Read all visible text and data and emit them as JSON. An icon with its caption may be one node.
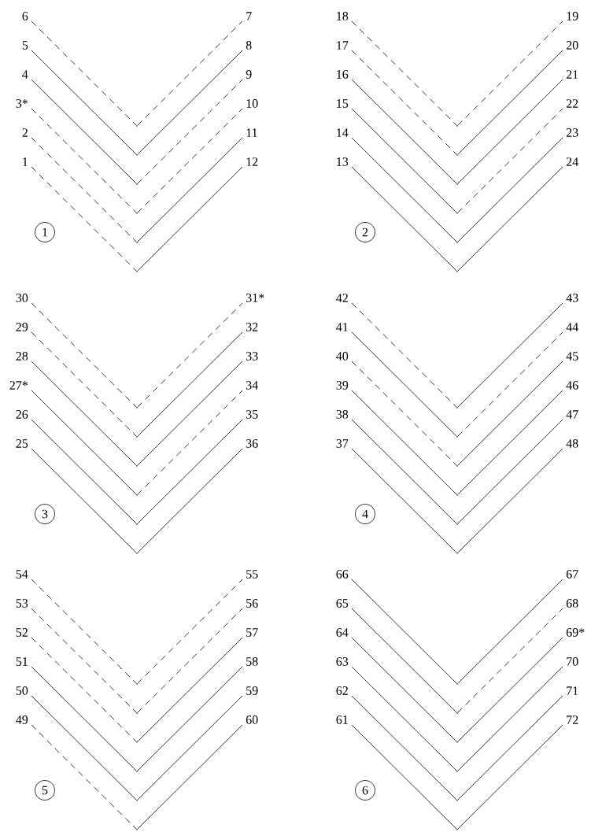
{
  "diagram": {
    "nodes": [
      {
        "text": [
          "6"
        ]
      },
      {
        "text": [
          "7"
        ]
      },
      {
        "text": [
          "5"
        ]
      },
      {
        "text": [
          "8"
        ]
      },
      {
        "text": [
          "4"
        ]
      },
      {
        "text": [
          "9"
        ]
      },
      {
        "text": [
          "3*"
        ]
      },
      {
        "text": [
          "10"
        ]
      },
      {
        "text": [
          "2"
        ]
      },
      {
        "text": [
          "11"
        ]
      },
      {
        "text": [
          "1"
        ]
      },
      {
        "text": [
          "12"
        ]
      },
      {
        "text": [],
        "shape": "point"
      },
      {
        "text": [],
        "shape": "point"
      },
      {
        "text": [],
        "shape": "point"
      },
      {
        "text": [],
        "shape": "point"
      },
      {
        "text": [],
        "shape": "point"
      },
      {
        "text": [],
        "shape": "point"
      },
      {
        "text": [
          "1"
        ]
      },
      {
        "text": [
          "18"
        ]
      },
      {
        "text": [
          "19"
        ]
      },
      {
        "text": [
          "17"
        ]
      },
      {
        "text": [
          "20"
        ]
      },
      {
        "text": [
          "16"
        ]
      },
      {
        "text": [
          "21"
        ]
      },
      {
        "text": [
          "15"
        ]
      },
      {
        "text": [
          "22"
        ]
      },
      {
        "text": [
          "14"
        ]
      },
      {
        "text": [
          "23"
        ]
      },
      {
        "text": [
          "13"
        ]
      },
      {
        "text": [
          "24"
        ]
      },
      {
        "text": [],
        "shape": "point"
      },
      {
        "text": [],
        "shape": "point"
      },
      {
        "text": [],
        "shape": "point"
      },
      {
        "text": [],
        "shape": "point"
      },
      {
        "text": [],
        "shape": "point"
      },
      {
        "text": [],
        "shape": "point"
      },
      {
        "text": [
          "2"
        ]
      },
      {
        "text": [
          "30"
        ]
      },
      {
        "text": [
          "31*"
        ]
      },
      {
        "text": [
          "29"
        ]
      },
      {
        "text": [
          "32"
        ]
      },
      {
        "text": [
          "28"
        ]
      },
      {
        "text": [
          "33"
        ]
      },
      {
        "text": [
          "27*"
        ]
      },
      {
        "text": [
          "34"
        ]
      },
      {
        "text": [
          "26"
        ]
      },
      {
        "text": [
          "35"
        ]
      },
      {
        "text": [
          "25"
        ]
      },
      {
        "text": [
          "36"
        ]
      },
      {
        "text": [],
        "shape": "point"
      },
      {
        "text": [],
        "shape": "point"
      },
      {
        "text": [],
        "shape": "point"
      },
      {
        "text": [],
        "shape": "point"
      },
      {
        "text": [],
        "shape": "point"
      },
      {
        "text": [],
        "shape": "point"
      },
      {
        "text": [
          "3"
        ]
      },
      {
        "text": [
          "42"
        ]
      },
      {
        "text": [
          "43"
        ]
      },
      {
        "text": [
          "41"
        ]
      },
      {
        "text": [
          "44"
        ]
      },
      {
        "text": [
          "40"
        ]
      },
      {
        "text": [
          "45"
        ]
      },
      {
        "text": [
          "39"
        ]
      },
      {
        "text": [
          "46"
        ]
      },
      {
        "text": [
          "38"
        ]
      },
      {
        "text": [
          "47"
        ]
      },
      {
        "text": [
          "37"
        ]
      },
      {
        "text": [
          "48"
        ]
      },
      {
        "text": [],
        "shape": "point"
      },
      {
        "text": [],
        "shape": "point"
      },
      {
        "text": [],
        "shape": "point"
      },
      {
        "text": [],
        "shape": "point"
      },
      {
        "text": [],
        "shape": "point"
      },
      {
        "text": [],
        "shape": "point"
      },
      {
        "text": [
          "4"
        ]
      },
      {
        "text": [
          "54"
        ]
      },
      {
        "text": [
          "55"
        ]
      },
      {
        "text": [
          "53"
        ]
      },
      {
        "text": [
          "56"
        ]
      },
      {
        "text": [
          "52"
        ]
      },
      {
        "text": [
          "57"
        ]
      },
      {
        "text": [
          "51"
        ]
      },
      {
        "text": [
          "58"
        ]
      },
      {
        "text": [
          "50"
        ]
      },
      {
        "text": [
          "59"
        ]
      },
      {
        "text": [
          "49"
        ]
      },
      {
        "text": [
          "60"
        ]
      },
      {
        "text": [],
        "shape": "point"
      },
      {
        "text": [],
        "shape": "point"
      },
      {
        "text": [],
        "shape": "point"
      },
      {
        "text": [],
        "shape": "point"
      },
      {
        "text": [],
        "shape": "point"
      },
      {
        "text": [],
        "shape": "point"
      },
      {
        "text": [
          "5"
        ]
      },
      {
        "text": [
          "66"
        ]
      },
      {
        "text": [
          "67"
        ]
      },
      {
        "text": [
          "65"
        ]
      },
      {
        "text": [
          "68"
        ]
      },
      {
        "text": [
          "64"
        ]
      },
      {
        "text": [
          "69*"
        ]
      },
      {
        "text": [
          "63"
        ]
      },
      {
        "text": [
          "70"
        ]
      },
      {
        "text": [
          "62"
        ]
      },
      {
        "text": [
          "71"
        ]
      },
      {
        "text": [
          "61"
        ]
      },
      {
        "text": [
          "72"
        ]
      },
      {
        "text": [],
        "shape": "point"
      },
      {
        "text": [],
        "shape": "point"
      },
      {
        "text": [],
        "shape": "point"
      },
      {
        "text": [],
        "shape": "point"
      },
      {
        "text": [],
        "shape": "point"
      },
      {
        "text": [],
        "shape": "point"
      },
      {
        "text": [
          "6"
        ]
      }
    ],
    "edges": [
      {
        "from": 0,
        "to": 12,
        "arrow": "none",
        "style": "dashed"
      },
      {
        "from": 12,
        "to": 1,
        "arrow": "none",
        "style": "dashed"
      },
      {
        "from": 2,
        "to": 13,
        "arrow": "none"
      },
      {
        "from": 13,
        "to": 3,
        "arrow": "none"
      },
      {
        "from": 4,
        "to": 14,
        "arrow": "none"
      },
      {
        "from": 14,
        "to": 5,
        "arrow": "none",
        "style": "dashed"
      },
      {
        "from": 6,
        "to": 15,
        "arrow": "none",
        "style": "dashed"
      },
      {
        "from": 15,
        "to": 7,
        "arrow": "none",
        "style": "dashed"
      },
      {
        "from": 8,
        "to": 16,
        "arrow": "none",
        "style": "dashed"
      },
      {
        "from": 16,
        "to": 9,
        "arrow": "none"
      },
      {
        "from": 10,
        "to": 17,
        "arrow": "none",
        "style": "dashed"
      },
      {
        "from": 17,
        "to": 11,
        "arrow": "none"
      },
      {
        "from": 19,
        "to": 31,
        "arrow": "none",
        "style": "dashed"
      },
      {
        "from": 31,
        "to": 20,
        "arrow": "none",
        "style": "dashed"
      },
      {
        "from": 21,
        "to": 32,
        "arrow": "none",
        "style": "dashed"
      },
      {
        "from": 32,
        "to": 22,
        "arrow": "none"
      },
      {
        "from": 23,
        "to": 33,
        "arrow": "none"
      },
      {
        "from": 33,
        "to": 24,
        "arrow": "none"
      },
      {
        "from": 25,
        "to": 34,
        "arrow": "none"
      },
      {
        "from": 34,
        "to": 26,
        "arrow": "none",
        "style": "dashed"
      },
      {
        "from": 27,
        "to": 35,
        "arrow": "none"
      },
      {
        "from": 35,
        "to": 28,
        "arrow": "none"
      },
      {
        "from": 29,
        "to": 36,
        "arrow": "none"
      },
      {
        "from": 36,
        "to": 30,
        "arrow": "none"
      },
      {
        "from": 38,
        "to": 50,
        "arrow": "none",
        "style": "dashed"
      },
      {
        "from": 50,
        "to": 39,
        "arrow": "none",
        "style": "dashed"
      },
      {
        "from": 40,
        "to": 51,
        "arrow": "none",
        "style": "dashed"
      },
      {
        "from": 51,
        "to": 41,
        "arrow": "none"
      },
      {
        "from": 42,
        "to": 52,
        "arrow": "none"
      },
      {
        "from": 52,
        "to": 43,
        "arrow": "none"
      },
      {
        "from": 44,
        "to": 53,
        "arrow": "none"
      },
      {
        "from": 53,
        "to": 45,
        "arrow": "none",
        "style": "dashed"
      },
      {
        "from": 46,
        "to": 54,
        "arrow": "none"
      },
      {
        "from": 54,
        "to": 47,
        "arrow": "none"
      },
      {
        "from": 48,
        "to": 55,
        "arrow": "none"
      },
      {
        "from": 55,
        "to": 49,
        "arrow": "none"
      },
      {
        "from": 57,
        "to": 69,
        "arrow": "none",
        "style": "dashed"
      },
      {
        "from": 69,
        "to": 58,
        "arrow": "none"
      },
      {
        "from": 59,
        "to": 70,
        "arrow": "none"
      },
      {
        "from": 70,
        "to": 60,
        "arrow": "none",
        "style": "dashed"
      },
      {
        "from": 61,
        "to": 71,
        "arrow": "none",
        "style": "dashed"
      },
      {
        "from": 71,
        "to": 62,
        "arrow": "none"
      },
      {
        "from": 63,
        "to": 72,
        "arrow": "none"
      },
      {
        "from": 72,
        "to": 64,
        "arrow": "none"
      },
      {
        "from": 65,
        "to": 73,
        "arrow": "none"
      },
      {
        "from": 73,
        "to": 66,
        "arrow": "none"
      },
      {
        "from": 67,
        "to": 74,
        "arrow": "none"
      },
      {
        "from": 74,
        "to": 68,
        "arrow": "none"
      },
      {
        "from": 76,
        "to": 88,
        "arrow": "none",
        "style": "dashed"
      },
      {
        "from": 88,
        "to": 77,
        "arrow": "none",
        "style": "dashed"
      },
      {
        "from": 78,
        "to": 89,
        "arrow": "none",
        "style": "dashed"
      },
      {
        "from": 89,
        "to": 79,
        "arrow": "none",
        "style": "dashed"
      },
      {
        "from": 80,
        "to": 90,
        "arrow": "none",
        "style": "dashed"
      },
      {
        "from": 90,
        "to": 81,
        "arrow": "none"
      },
      {
        "from": 82,
        "to": 91,
        "arrow": "none"
      },
      {
        "from": 91,
        "to": 83,
        "arrow": "none"
      },
      {
        "from": 84,
        "to": 92,
        "arrow": "none"
      },
      {
        "from": 92,
        "to": 85,
        "arrow": "none"
      },
      {
        "from": 86,
        "to": 93,
        "arrow": "none",
        "style": "dashed"
      },
      {
        "from": 93,
        "to": 87,
        "arrow": "none"
      },
      {
        "from": 95,
        "to": 107,
        "arrow": "none"
      },
      {
        "from": 107,
        "to": 96,
        "arrow": "none"
      },
      {
        "from": 97,
        "to": 108,
        "arrow": "none"
      },
      {
        "from": 108,
        "to": 98,
        "arrow": "none",
        "style": "dashed"
      },
      {
        "from": 99,
        "to": 109,
        "arrow": "none"
      },
      {
        "from": 109,
        "to": 100,
        "arrow": "none"
      },
      {
        "from": 101,
        "to": 110,
        "arrow": "none"
      },
      {
        "from": 110,
        "to": 102,
        "arrow": "none"
      },
      {
        "from": 103,
        "to": 111,
        "arrow": "none"
      },
      {
        "from": 111,
        "to": 104,
        "arrow": "none"
      },
      {
        "from": 105,
        "to": 112,
        "arrow": "none"
      },
      {
        "from": 112,
        "to": 106,
        "arrow": "none"
      }
    ]
  }
}
